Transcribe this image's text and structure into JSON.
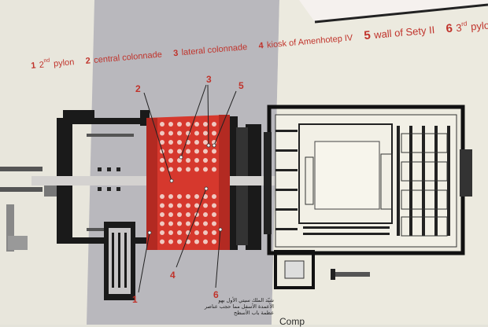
{
  "legend": [
    {
      "num": "1",
      "sup": "nd",
      "text": "pylon",
      "pre": "2",
      "size": "small"
    },
    {
      "num": "2",
      "text": "central colonnade",
      "size": "small"
    },
    {
      "num": "3",
      "text": "lateral colonnade",
      "size": "small"
    },
    {
      "num": "4",
      "text": "kiosk of Amenhotep IV",
      "size": "small"
    },
    {
      "num": "5",
      "text": "wall of Sety II",
      "size": "big"
    },
    {
      "num": "6",
      "text": "pylon",
      "pre": "3",
      "sup": "rd",
      "size": "big"
    }
  ],
  "callouts": {
    "n1": "1",
    "n2": "2",
    "n3": "3",
    "n4": "4",
    "n5": "5",
    "n6": "6"
  },
  "arabic_note": "شيّد الملك سيتي الأول بهو الأعمدة الأسفل مما حجب عناصر عظمة باب الأسطح",
  "caption": "Comp",
  "colors": {
    "highlight": "#d6382d",
    "wall": "#1a1a1a",
    "panel_left": "#e9e7de",
    "panel_mid": "#b9b8bc",
    "panel_right": "#eceadf"
  }
}
